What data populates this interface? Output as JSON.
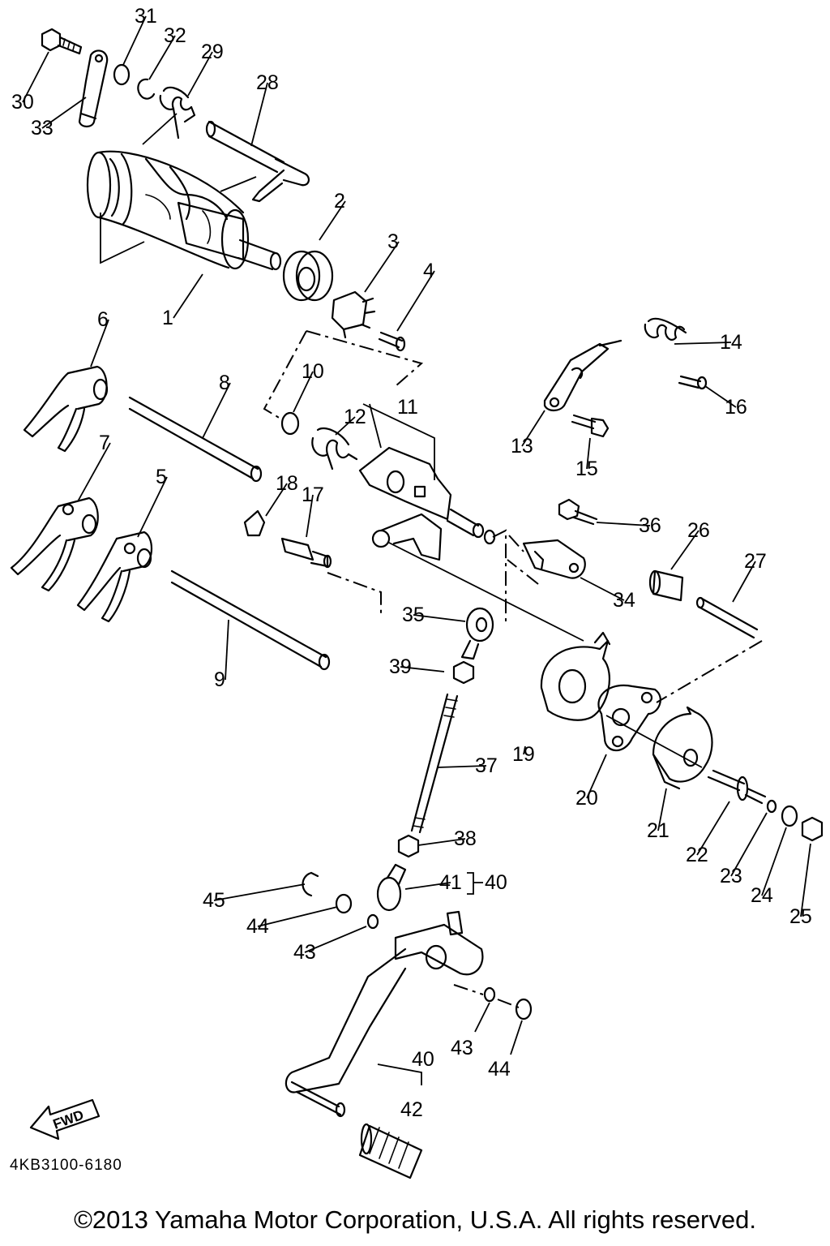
{
  "diagram": {
    "part_numbers": [
      "1",
      "2",
      "3",
      "4",
      "5",
      "6",
      "7",
      "8",
      "9",
      "10",
      "11",
      "12",
      "13",
      "14",
      "15",
      "16",
      "17",
      "18",
      "19",
      "20",
      "21",
      "22",
      "23",
      "24",
      "25",
      "26",
      "27",
      "28",
      "29",
      "30",
      "31",
      "32",
      "33",
      "34",
      "35",
      "36",
      "37",
      "38",
      "39",
      "40",
      "41",
      "42",
      "43",
      "44",
      "45"
    ],
    "extra_labels": {
      "label_40_pedal": "40",
      "label_43_right": "43",
      "label_44_right": "44",
      "label_41_40": "40"
    },
    "fwd_label": "FWD",
    "drawing_code": "4KB3100-6180"
  },
  "footer": {
    "copyright": "©2013 Yamaha Motor Corporation, U.S.A. All rights reserved."
  }
}
